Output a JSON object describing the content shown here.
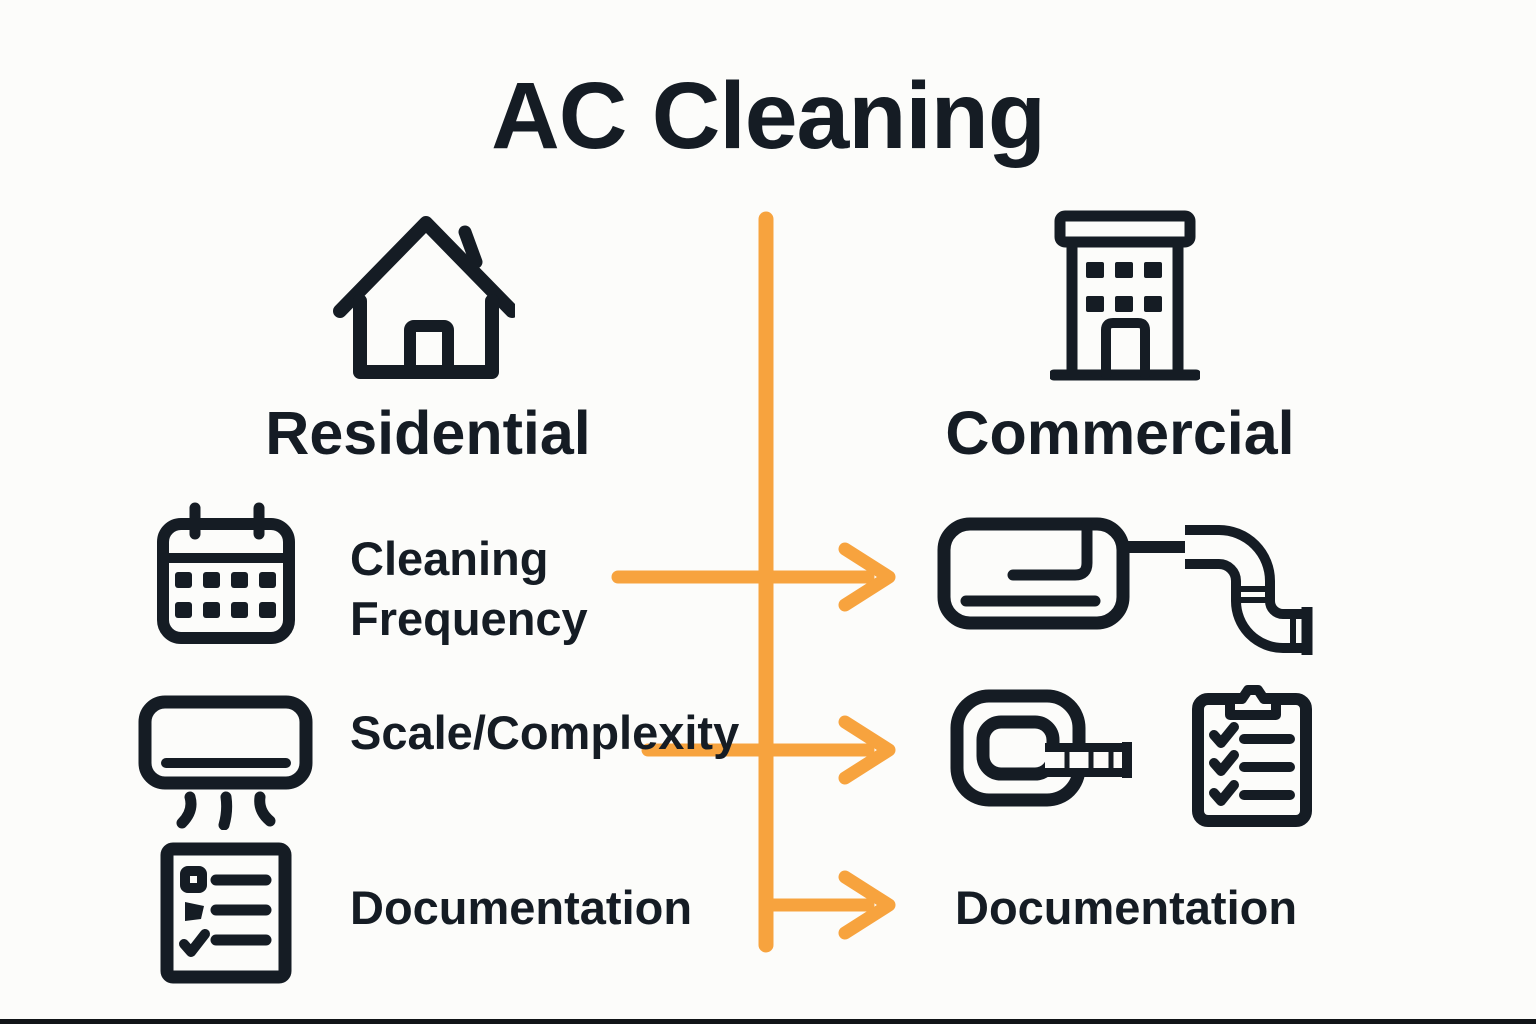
{
  "title": "AC Cleaning",
  "colors": {
    "ink": "#151C24",
    "accent_orange": "#F7A33E",
    "background": "#FCFCFA"
  },
  "left_column": {
    "heading": "Residential",
    "heading_icon": "house-icon",
    "rows": [
      {
        "icon": "calendar-icon",
        "label": "Cleaning Frequency"
      },
      {
        "icon": "ac-unit-icon",
        "label": "Scale/Complexity"
      },
      {
        "icon": "checklist-document-icon",
        "label": "Documentation"
      }
    ]
  },
  "right_column": {
    "heading": "Commercial",
    "heading_icon": "office-building-icon",
    "rows": [
      {
        "icon": "ac-ductwork-icon",
        "label": ""
      },
      {
        "icon": "duct-coil-icon, clipboard-checklist-icon",
        "label": ""
      },
      {
        "icon": "",
        "label": "Documentation"
      }
    ]
  },
  "connector": {
    "divider": "vertical-orange-line",
    "arrow_count": 3,
    "arrow_direction": "left-to-right"
  }
}
